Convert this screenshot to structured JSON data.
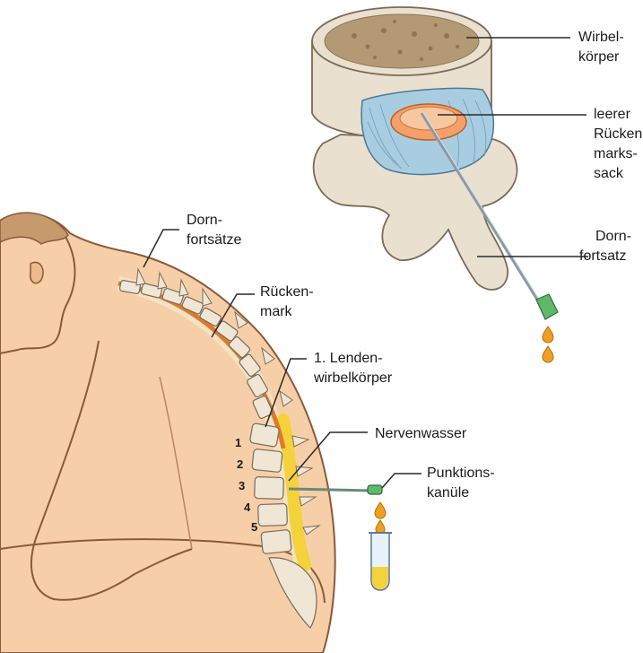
{
  "labels": {
    "wirbelkoerper": [
      "Wirbel-",
      "körper"
    ],
    "rueckenmarkssack": [
      "leerer",
      "Rücken-",
      "marks-",
      "sack"
    ],
    "dornfortsatz": [
      "Dorn-",
      "fortsatz"
    ],
    "dornfortsaetze": [
      "Dorn-",
      "fortsätze"
    ],
    "rueckenmark": [
      "Rücken-",
      "mark"
    ],
    "lendenwirbel": [
      "1. Lenden-",
      "wirbelkörper"
    ],
    "nervenwasser": [
      "Nervenwasser"
    ],
    "punktionskanuele": [
      "Punktions-",
      "kanüle"
    ]
  },
  "vertebra_numbers": [
    "1",
    "2",
    "3",
    "4",
    "5"
  ],
  "colors": {
    "skin": "#f6cfa8",
    "skin_outline": "#8a5a3a",
    "hair": "#c79a6e",
    "bone": "#efe6d6",
    "bone_outline": "#7a6a58",
    "spongy_bone": "#b49a74",
    "spinal_cord": "#e07a2a",
    "sac_blue": "#a9cde0",
    "csf_yellow": "#f4d23c",
    "needle_tip": "#5fb86a",
    "drop": "#f0a020"
  }
}
